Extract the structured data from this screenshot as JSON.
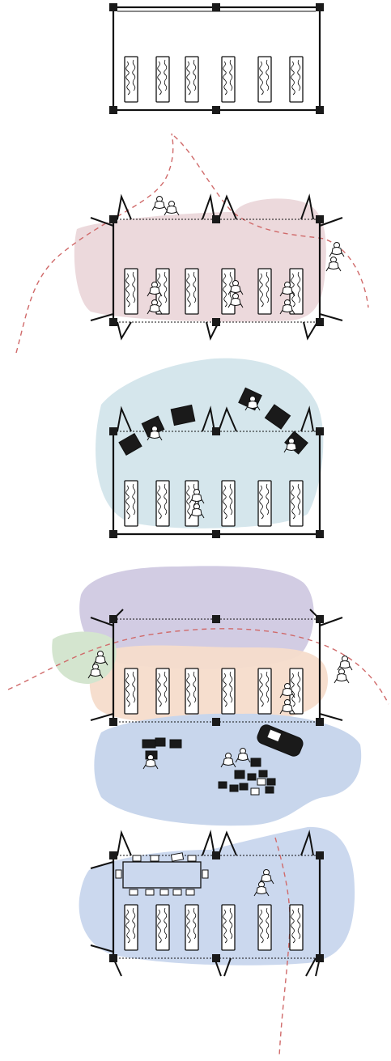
{
  "diagram": {
    "panels": [
      {
        "id": "panel-1",
        "zones": []
      },
      {
        "id": "panel-2",
        "zones": [
          {
            "color": "#ecd9dc"
          }
        ],
        "path": true
      },
      {
        "id": "panel-3",
        "zones": [
          {
            "color": "#d5e6ec"
          }
        ]
      },
      {
        "id": "panel-4",
        "zones": [
          {
            "color": "#cdc6e0"
          },
          {
            "color": "#f6dccb"
          },
          {
            "color": "#d4e5cf"
          },
          {
            "color": "#c8d6ec"
          }
        ],
        "path": true
      },
      {
        "id": "panel-5",
        "zones": [
          {
            "color": "#cbd8ee"
          }
        ],
        "path": true
      }
    ],
    "colors": {
      "line": "#111111",
      "path": "#d06a6a"
    }
  }
}
